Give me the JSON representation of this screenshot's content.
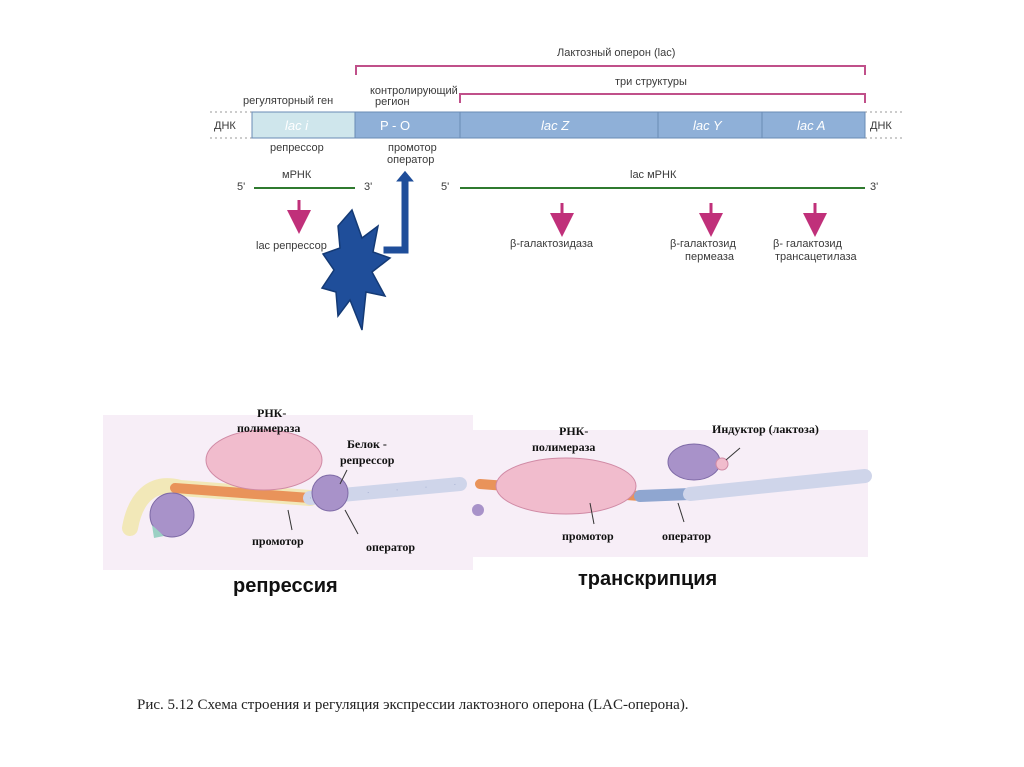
{
  "operon": {
    "title": "Лактозный оперон (lac)",
    "three_structures": "три структуры",
    "regulatory_gene": "регуляторный ген",
    "control_region": "контролирующий регион",
    "control_region_line1": "контролирующий",
    "control_region_line2": "регион",
    "dna_left": "ДНК",
    "dna_right": "ДНК",
    "segments": [
      "lac i",
      "P  -  O",
      "lac Z",
      "lac Y",
      "lac A"
    ],
    "repressor_label": "репрессор",
    "promoter_operator_line1": "промотор",
    "promoter_operator_line2": "оператор"
  },
  "mrna": {
    "left_5": "5'",
    "left_label": "мРНК",
    "left_3": "3'",
    "right_5": "5'",
    "right_label": "lac  мРНК",
    "right_3": "3'"
  },
  "products": {
    "lac_repressor": "lac репрессор",
    "galactosidase": "β-галактозидаза",
    "permease_line1": "β-галактозид",
    "permease_line2": "пермеаза",
    "transacetylase_line1": "β- галактозид",
    "transacetylase_line2": "трансацетилаза"
  },
  "repression": {
    "rna_pol_line1": "РНК-",
    "rna_pol_line2": "полимераза",
    "repressor_protein_line1": "Белок -",
    "repressor_protein_line2": "репрессор",
    "promoter": "промотор",
    "operator": "оператор",
    "title": "репрессия"
  },
  "transcription": {
    "rna_pol_line1": "РНК-",
    "rna_pol_line2": "полимераза",
    "inducer": "Индуктор (лактоза)",
    "promoter": "промотор",
    "operator": "оператор",
    "title": "транскрипция"
  },
  "caption": "Рис. 5.12  Схема строения и регуляция экспрессии лактозного оперона (LAC-оперона).",
  "colors": {
    "bracket": "#c0508a",
    "dna_blue": "#8fb0d8",
    "lac_i": "#cfe6ec",
    "mrna_green": "#2f7a2f",
    "arrow_magenta": "#c0307a",
    "burst": "#1f4e9a",
    "panel_bg": "#f7eef7"
  }
}
